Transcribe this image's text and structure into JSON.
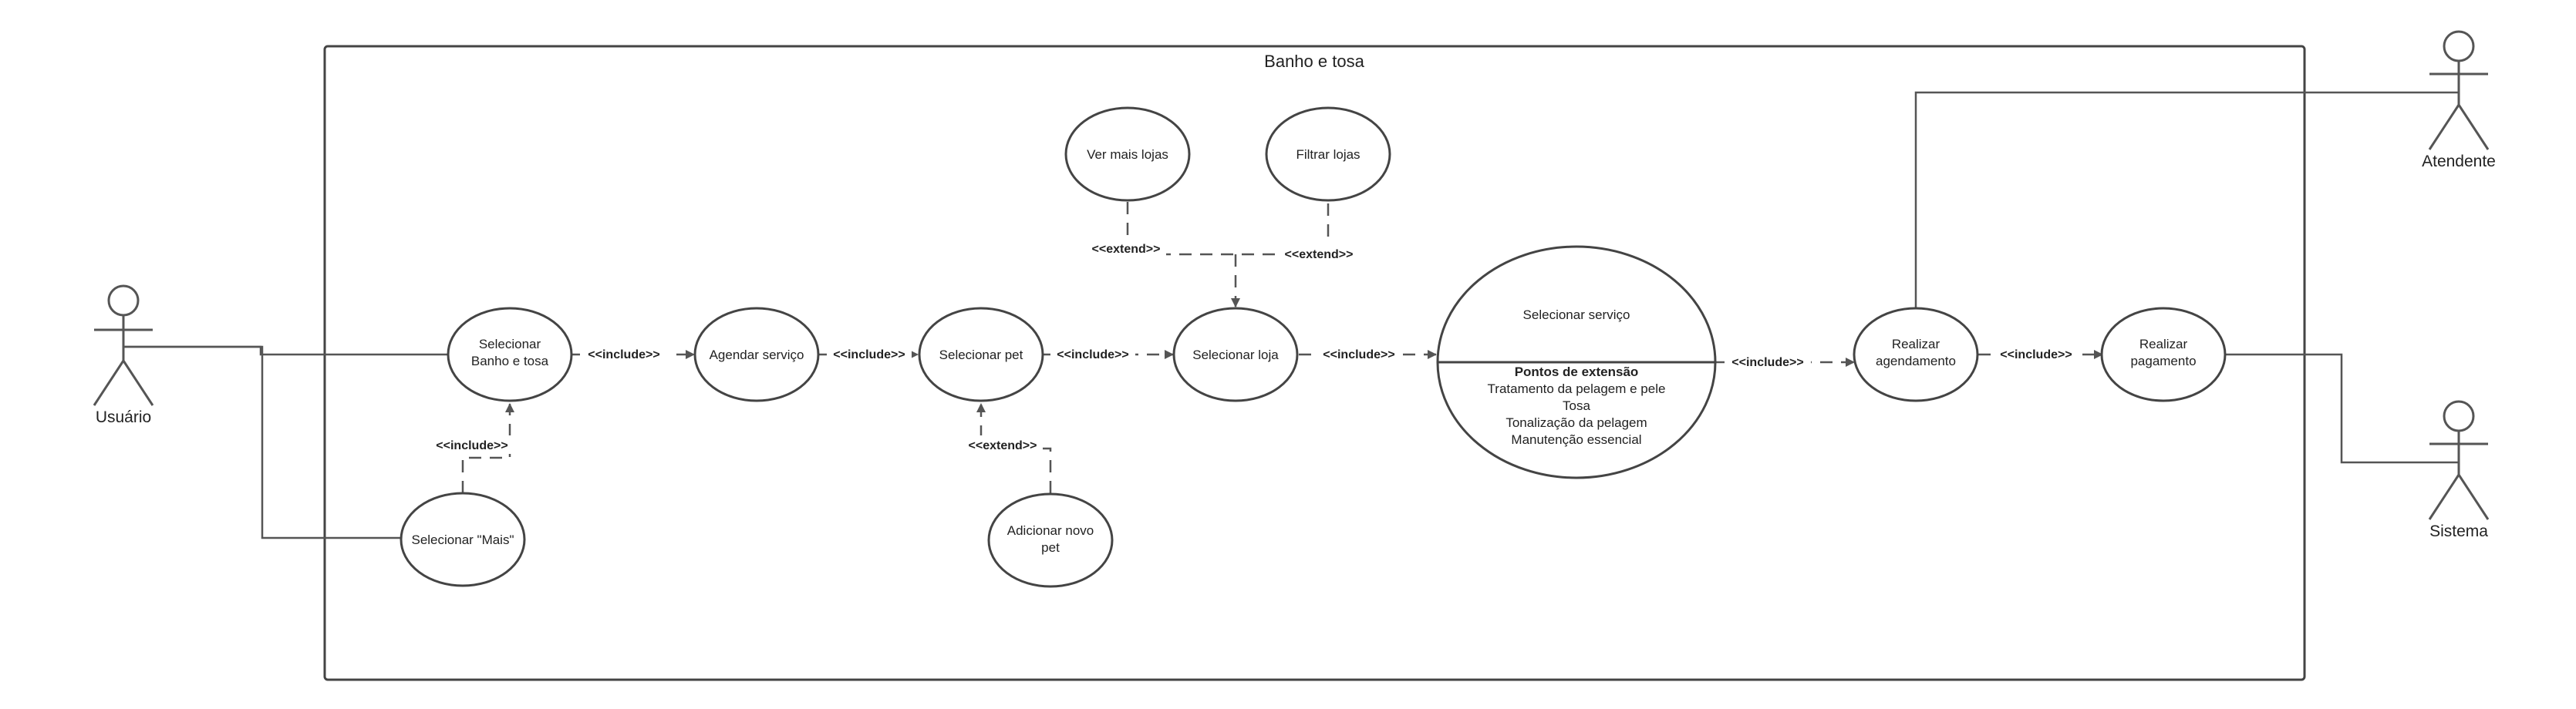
{
  "system": {
    "title": "Banho e tosa"
  },
  "actors": {
    "usuario": "Usuário",
    "atendente": "Atendente",
    "sistema": "Sistema"
  },
  "use_cases": {
    "selecionar_banho_tosa": [
      "Selecionar",
      "Banho e tosa"
    ],
    "selecionar_mais": "Selecionar \"Mais\"",
    "agendar_servico": "Agendar serviço",
    "selecionar_pet": "Selecionar pet",
    "adicionar_novo_pet": [
      "Adicionar novo",
      "pet"
    ],
    "selecionar_loja": "Selecionar loja",
    "ver_mais_lojas": "Ver mais lojas",
    "filtrar_lojas": "Filtrar lojas",
    "selecionar_servico": {
      "title": "Selecionar serviço",
      "extension_points_label": "Pontos de extensão",
      "extension_points": [
        "Tratamento da pelagem e pele",
        "Tosa",
        "Tonalização da pelagem",
        "Manutenção essencial"
      ]
    },
    "realizar_agendamento": [
      "Realizar",
      "agendamento"
    ],
    "realizar_pagamento": [
      "Realizar",
      "pagamento"
    ]
  },
  "relationships": {
    "include": "<<include>>",
    "extend": "<<extend>>"
  }
}
